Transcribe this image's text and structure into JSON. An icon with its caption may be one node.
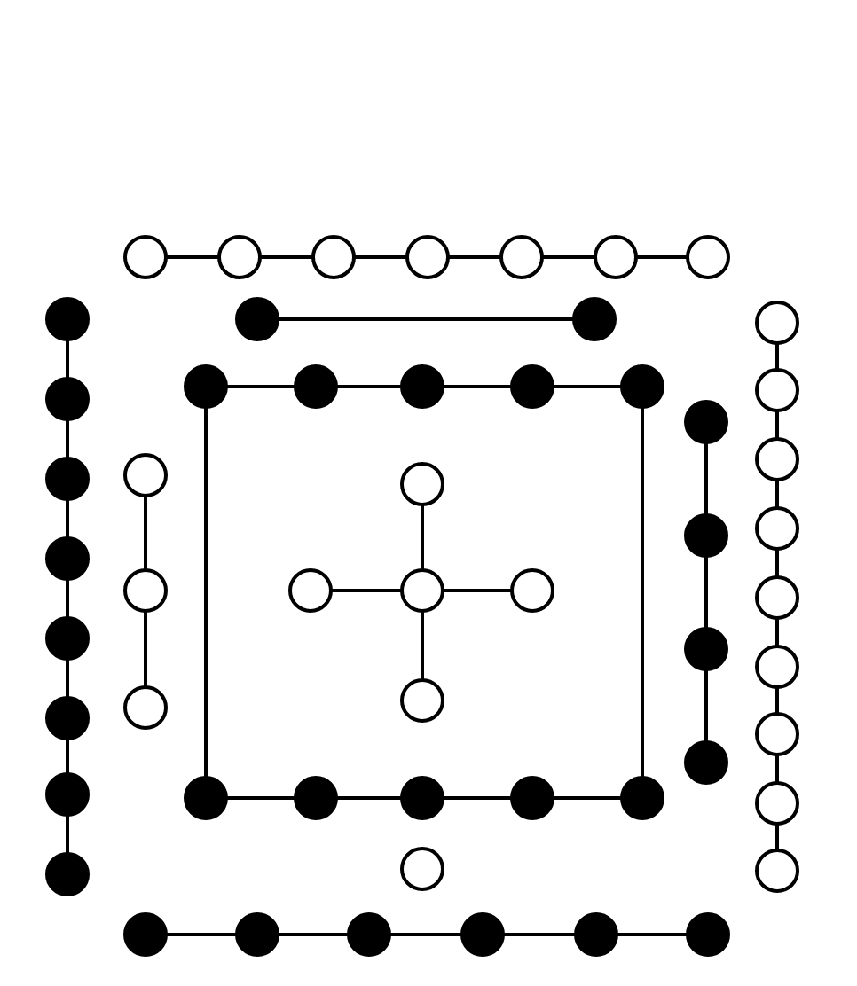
{
  "diagram": {
    "nodes": [
      {
        "text": [],
        "shape": "circle"
      },
      {
        "text": [],
        "shape": "circle"
      },
      {
        "text": [],
        "shape": "circle"
      },
      {
        "text": [],
        "shape": "circle"
      },
      {
        "text": [],
        "shape": "circle"
      },
      {
        "text": [],
        "shape": "circle"
      },
      {
        "text": [],
        "shape": "circle"
      },
      {
        "text": [],
        "shape": "circle"
      },
      {
        "text": [],
        "shape": "circle"
      },
      {
        "text": [],
        "shape": "circle"
      },
      {
        "text": [],
        "shape": "circle"
      },
      {
        "text": [],
        "shape": "circle"
      },
      {
        "text": [],
        "shape": "circle"
      },
      {
        "text": [],
        "shape": "circle"
      },
      {
        "text": [],
        "shape": "circle"
      },
      {
        "text": [],
        "shape": "circle"
      },
      {
        "text": [],
        "shape": "circle"
      },
      {
        "text": [],
        "shape": "circle"
      },
      {
        "text": [],
        "shape": "circle"
      },
      {
        "text": [],
        "shape": "circle"
      },
      {
        "text": [],
        "shape": "circle"
      },
      {
        "text": [],
        "shape": "circle"
      },
      {
        "text": [],
        "shape": "circle"
      },
      {
        "text": [],
        "shape": "circle"
      },
      {
        "text": [],
        "shape": "circle"
      },
      {
        "text": [],
        "shape": "circle"
      },
      {
        "text": [],
        "shape": "circle"
      },
      {
        "text": [],
        "shape": "circle"
      },
      {
        "text": [],
        "shape": "circle"
      },
      {
        "text": [],
        "shape": "circle"
      },
      {
        "text": [],
        "shape": "circle"
      },
      {
        "text": [],
        "shape": "circle"
      },
      {
        "text": [],
        "shape": "circle"
      },
      {
        "text": [],
        "shape": "circle"
      },
      {
        "text": [],
        "shape": "circle"
      },
      {
        "text": [],
        "shape": "circle"
      },
      {
        "text": [],
        "shape": "circle"
      },
      {
        "text": [],
        "shape": "circle"
      },
      {
        "text": [],
        "shape": "circle"
      },
      {
        "text": [],
        "shape": "circle"
      },
      {
        "text": [],
        "shape": "circle"
      },
      {
        "text": [],
        "shape": "circle"
      },
      {
        "text": [],
        "shape": "circle"
      },
      {
        "text": [],
        "shape": "circle"
      },
      {
        "text": [],
        "shape": "circle"
      },
      {
        "text": [],
        "shape": "circle"
      },
      {
        "text": [],
        "shape": "circle"
      },
      {
        "text": [],
        "shape": "circle"
      },
      {
        "text": [],
        "shape": "circle"
      },
      {
        "text": [],
        "shape": "circle"
      },
      {
        "text": [],
        "shape": "circle"
      },
      {
        "text": [],
        "shape": "circle"
      },
      {
        "text": [],
        "shape": "circle"
      },
      {
        "text": [],
        "shape": "circle"
      },
      {
        "text": [],
        "shape": "circle"
      }
    ],
    "edges": [
      {
        "from": 0,
        "to": 1,
        "arrow": "none"
      },
      {
        "from": 1,
        "to": 2,
        "arrow": "none"
      },
      {
        "from": 2,
        "to": 3,
        "arrow": "none"
      },
      {
        "from": 3,
        "to": 4,
        "arrow": "none"
      },
      {
        "from": 4,
        "to": 5,
        "arrow": "none"
      },
      {
        "from": 5,
        "to": 6,
        "arrow": "none"
      },
      {
        "from": 7,
        "to": 8,
        "arrow": "none"
      },
      {
        "from": 9,
        "to": 10,
        "arrow": "none"
      },
      {
        "from": 10,
        "to": 11,
        "arrow": "none"
      },
      {
        "from": 11,
        "to": 12,
        "arrow": "none"
      },
      {
        "from": 12,
        "to": 13,
        "arrow": "none"
      },
      {
        "from": 13,
        "to": 14,
        "arrow": "none"
      },
      {
        "from": 14,
        "to": 15,
        "arrow": "none"
      },
      {
        "from": 15,
        "to": 16,
        "arrow": "none"
      },
      {
        "from": 17,
        "to": 18,
        "arrow": "none"
      },
      {
        "from": 18,
        "to": 19,
        "arrow": "none"
      },
      {
        "from": 19,
        "to": 20,
        "arrow": "none"
      },
      {
        "from": 20,
        "to": 21,
        "arrow": "none"
      },
      {
        "from": 22,
        "to": 23,
        "arrow": "none"
      },
      {
        "from": 23,
        "to": 24,
        "arrow": "none"
      },
      {
        "from": 24,
        "to": 25,
        "arrow": "none"
      },
      {
        "from": 25,
        "to": 26,
        "arrow": "none"
      },
      {
        "from": 17,
        "to": 22,
        "arrow": "none"
      },
      {
        "from": 21,
        "to": 26,
        "arrow": "none"
      },
      {
        "from": 27,
        "to": 28,
        "arrow": "none"
      },
      {
        "from": 28,
        "to": 29,
        "arrow": "none"
      },
      {
        "from": 30,
        "to": 32,
        "arrow": "none"
      },
      {
        "from": 31,
        "to": 32,
        "arrow": "none"
      },
      {
        "from": 32,
        "to": 33,
        "arrow": "none"
      },
      {
        "from": 32,
        "to": 34,
        "arrow": "none"
      },
      {
        "from": 35,
        "to": 36,
        "arrow": "none"
      },
      {
        "from": 36,
        "to": 37,
        "arrow": "none"
      },
      {
        "from": 37,
        "to": 38,
        "arrow": "none"
      },
      {
        "from": 39,
        "to": 40,
        "arrow": "none"
      },
      {
        "from": 40,
        "to": 41,
        "arrow": "none"
      },
      {
        "from": 41,
        "to": 42,
        "arrow": "none"
      },
      {
        "from": 42,
        "to": 43,
        "arrow": "none"
      },
      {
        "from": 43,
        "to": 44,
        "arrow": "none"
      },
      {
        "from": 44,
        "to": 45,
        "arrow": "none"
      },
      {
        "from": 45,
        "to": 46,
        "arrow": "none"
      },
      {
        "from": 46,
        "to": 47,
        "arrow": "none"
      },
      {
        "from": 49,
        "to": 50,
        "arrow": "none"
      },
      {
        "from": 50,
        "to": 51,
        "arrow": "none"
      },
      {
        "from": 51,
        "to": 52,
        "arrow": "none"
      },
      {
        "from": 52,
        "to": 53,
        "arrow": "none"
      },
      {
        "from": 53,
        "to": 54,
        "arrow": "none"
      }
    ]
  }
}
